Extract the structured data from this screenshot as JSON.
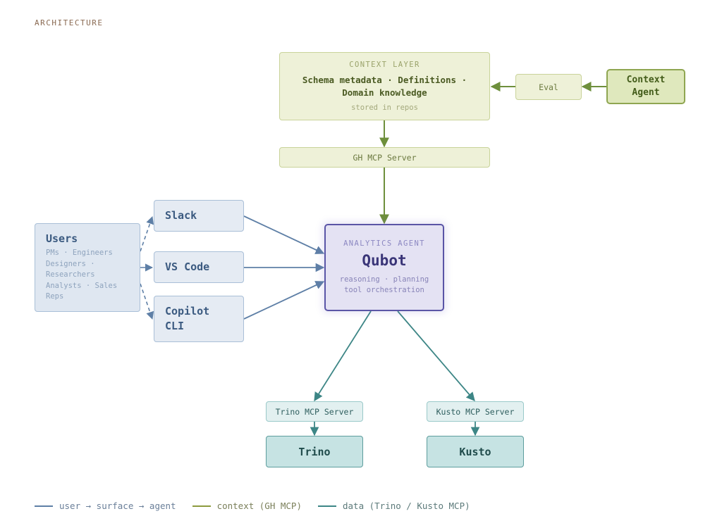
{
  "section_label": "ARCHITECTURE",
  "context_layer": {
    "caption": "CONTEXT LAYER",
    "line1": "Schema metadata · Definitions ·",
    "line2": "Domain knowledge",
    "note": "stored in repos"
  },
  "eval_label": "Eval",
  "context_agent": {
    "line1": "Context",
    "line2": "Agent"
  },
  "gh_mcp_label": "GH MCP Server",
  "users": {
    "title": "Users",
    "line1": "PMs · Engineers",
    "line2": "Designers ·",
    "line3": "Researchers",
    "line4": "Analysts · Sales",
    "line5": "Reps"
  },
  "surfaces": {
    "slack": "Slack",
    "vscode": "VS Code",
    "copilot_line1": "Copilot",
    "copilot_line2": "CLI"
  },
  "agent": {
    "caption": "ANALYTICS AGENT",
    "name": "Qubot",
    "line1": "reasoning · planning",
    "line2": "tool orchestration"
  },
  "trino": {
    "server": "Trino MCP Server",
    "name": "Trino"
  },
  "kusto": {
    "server": "Kusto MCP Server",
    "name": "Kusto"
  },
  "legend": [
    {
      "label": "user → surface → agent",
      "color": "#5e7fa6"
    },
    {
      "label": "context (GH MCP)",
      "color": "#8c9a3e"
    },
    {
      "label": "data (Trino / Kusto MCP)",
      "color": "#3d8686"
    }
  ],
  "colors": {
    "user_flow": "#5e7fa6",
    "context_flow": "#6e8f3c",
    "data_flow": "#3d8686"
  }
}
